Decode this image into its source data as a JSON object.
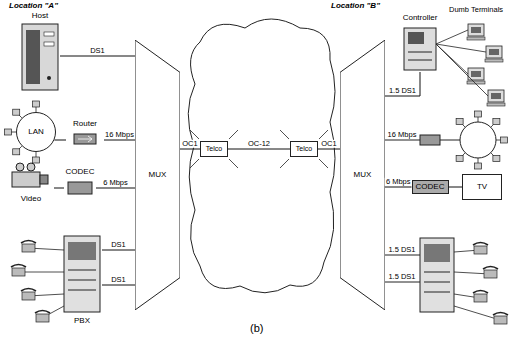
{
  "diagram": {
    "caption": "(b)",
    "nodes": [
      {
        "text": [
          "Host"
        ]
      },
      {
        "text": [
          "LAN"
        ]
      },
      {
        "text": [
          "Router"
        ]
      },
      {
        "text": [
          "Video"
        ]
      },
      {
        "text": [
          "CODEC"
        ]
      },
      {
        "text": [
          "PBX"
        ]
      },
      {
        "text": [
          "MUX"
        ]
      },
      {
        "text": [
          "Telco"
        ]
      },
      {
        "text": [
          "Telco"
        ]
      },
      {
        "text": [
          "MUX"
        ]
      },
      {
        "text": [
          "Controller"
        ]
      },
      {
        "text": [
          "CODEC"
        ]
      },
      {
        "text": [
          "TV"
        ]
      }
    ],
    "edges": [
      {
        "from": 0,
        "to": 6,
        "label": "DS1",
        "arrow": "none"
      },
      {
        "from": 1,
        "to": 2,
        "arrow": "none"
      },
      {
        "from": 2,
        "to": 6,
        "label": "16 Mbps",
        "arrow": "none"
      },
      {
        "from": 3,
        "to": 4,
        "arrow": "none"
      },
      {
        "from": 4,
        "to": 6,
        "label": "6 Mbps",
        "arrow": "none"
      },
      {
        "from": 5,
        "to": 6,
        "label": "DS1",
        "arrow": "none"
      },
      {
        "from": 5,
        "to": 6,
        "label": "DS1",
        "arrow": "none"
      },
      {
        "from": 6,
        "to": 7,
        "label": "OC1",
        "arrow": "none"
      },
      {
        "from": 7,
        "to": 8,
        "label": "OC-12",
        "arrow": "none"
      },
      {
        "from": 8,
        "to": 9,
        "label": "OC1",
        "arrow": "none"
      },
      {
        "from": 9,
        "to": 10,
        "label": "1.5 DS1",
        "arrow": "none"
      },
      {
        "from": 9,
        "to": 11,
        "label": "6 Mbps",
        "arrow": "none"
      },
      {
        "from": 11,
        "to": 12,
        "arrow": "none"
      }
    ],
    "labels": [
      "Location \"A\"",
      "Location \"B\"",
      "Dumb Terminals",
      "16 Mbps",
      "1.5 DS1",
      "1.5 DS1"
    ]
  }
}
